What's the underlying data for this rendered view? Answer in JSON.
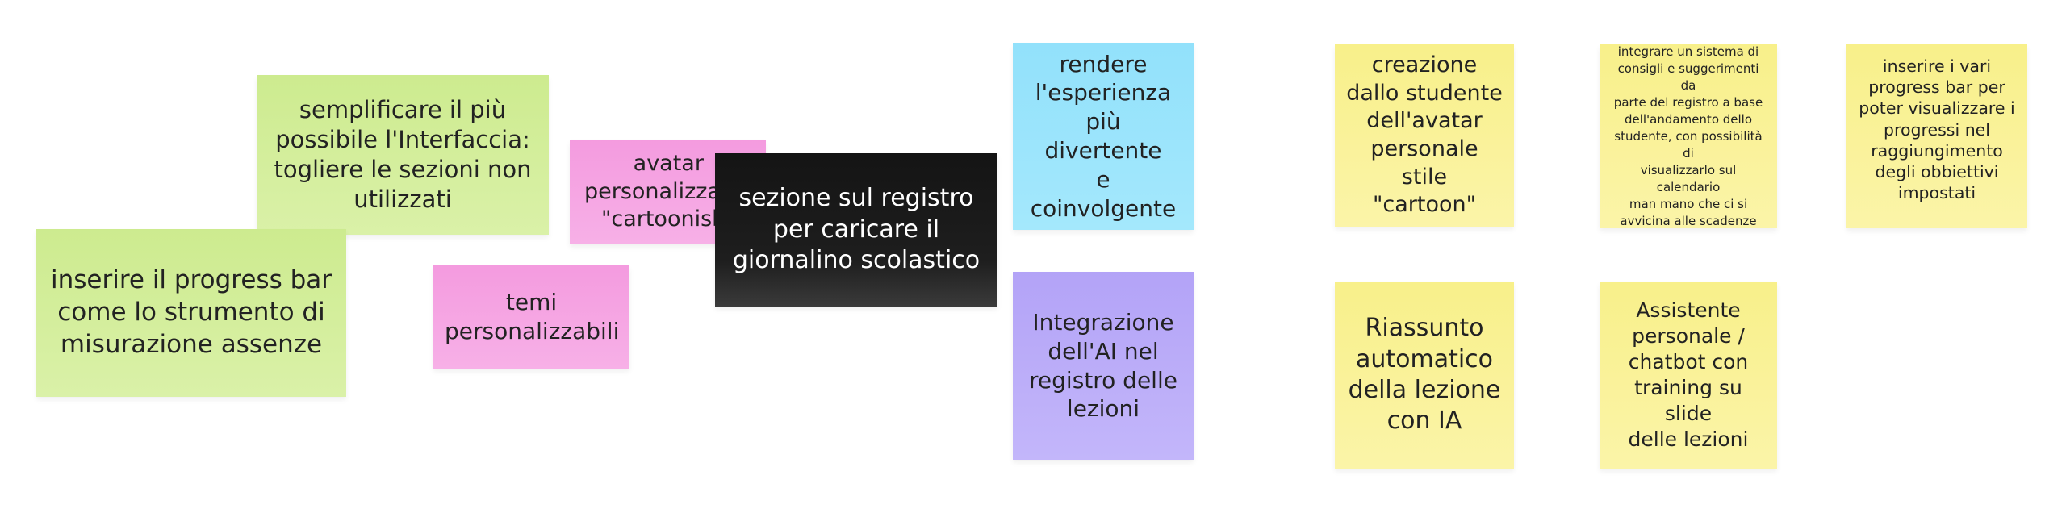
{
  "board": {
    "notes": [
      {
        "id": "simplify",
        "color": "#d4ee9c",
        "text": "semplificare il più\npossibile l'Interfaccia:\ntogliere le sezioni non\nutilizzati"
      },
      {
        "id": "progress",
        "color": "#d4ee9c",
        "text": "inserire il progress bar\ncome lo strumento di\nmisurazione assenze"
      },
      {
        "id": "avatar",
        "color": "#f5a5e3",
        "text": "avatar\npersonalizzabili\n\"cartoonish\""
      },
      {
        "id": "temi",
        "color": "#f5a5e3",
        "text": "temi\npersonalizzabili"
      },
      {
        "id": "sezione",
        "color": "#1a1a1a",
        "text": "sezione sul registro\nper caricare il\ngiornalino scolastico"
      },
      {
        "id": "rendere",
        "color": "#9be4fb",
        "text": "rendere\nl'esperienza\npiù divertente\ne coinvolgente"
      },
      {
        "id": "ai",
        "color": "#bbadf8",
        "text": "Integrazione\ndell'AI nel\nregistro delle\nlezioni"
      },
      {
        "id": "creazione",
        "color": "#f9f29a",
        "text": "creazione\ndallo studente\ndell'avatar\npersonale stile\n\"cartoon\""
      },
      {
        "id": "integrare",
        "color": "#f9f29a",
        "text": "integrare un sistema di\nconsigli e suggerimenti da\nparte del registro a base\ndell'andamento dello\nstudente, con possibilità di\nvisualizzarlo sul calendario\nman mano che ci si\navvicina alle scadenze"
      },
      {
        "id": "inserire",
        "color": "#f9f29a",
        "text": "inserire i vari\nprogress bar per\npoter visualizzare i\nprogressi nel\nraggiungimento\ndegli obbiettivi\nimpostati"
      },
      {
        "id": "riassunto",
        "color": "#f9f29a",
        "text": "Riassunto\nautomatico\ndella lezione\ncon IA"
      },
      {
        "id": "assistente",
        "color": "#f9f29a",
        "text": "Assistente\npersonale /\nchatbot con\ntraining su slide\ndelle lezioni"
      }
    ]
  }
}
